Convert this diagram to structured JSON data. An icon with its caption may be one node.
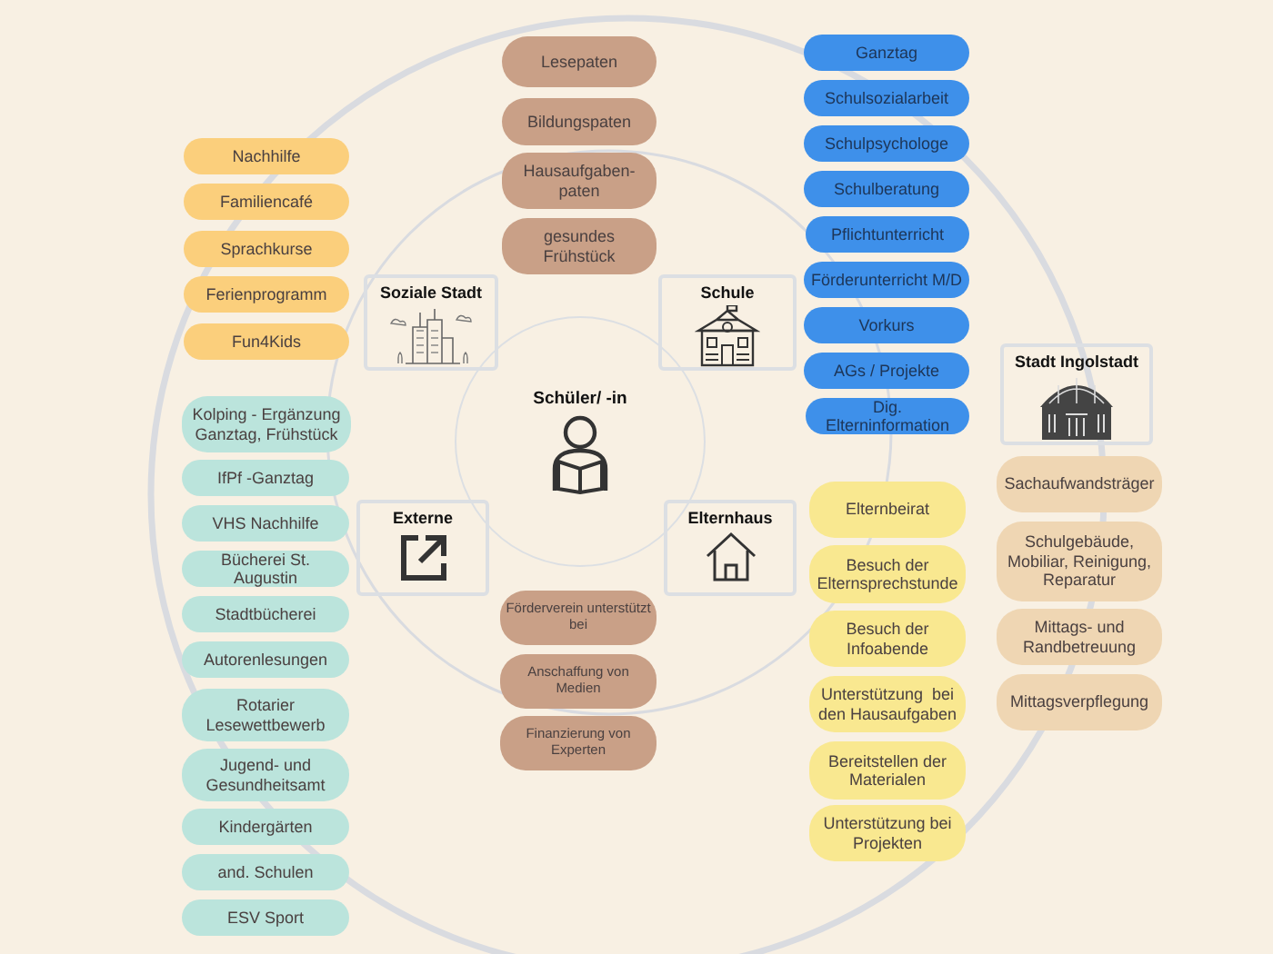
{
  "diagram": {
    "nodes": [
      {
        "text": [
          "Schüler/ -in"
        ]
      },
      {
        "text": [
          "Lesepaten"
        ]
      },
      {
        "text": [
          "Bildungspaten"
        ]
      },
      {
        "text": [
          "Hausaufgaben- paten"
        ]
      },
      {
        "text": [
          "gesundes Frühstück"
        ]
      },
      {
        "text": [
          "Nachhilfe"
        ]
      },
      {
        "text": [
          "Familiencafé"
        ]
      },
      {
        "text": [
          "Sprachkurse"
        ]
      },
      {
        "text": [
          "Ferienprogramm"
        ]
      },
      {
        "text": [
          "Fun4Kids"
        ]
      },
      {
        "text": [
          "Ganztag"
        ]
      },
      {
        "text": [
          "Schulsozialarbeit"
        ]
      },
      {
        "text": [
          "Schulpsychologe"
        ]
      },
      {
        "text": [
          "Schulberatung"
        ]
      },
      {
        "text": [
          "Pflichtunterricht"
        ]
      },
      {
        "text": [
          "Förderunterricht M/D"
        ]
      },
      {
        "text": [
          "Vorkurs"
        ]
      },
      {
        "text": [
          "AGs / Projekte"
        ]
      },
      {
        "text": [
          "Dig. Elterninformation"
        ]
      },
      {
        "text": [
          "Soziale Stadt"
        ]
      },
      {
        "text": [
          "Schule"
        ]
      },
      {
        "text": [
          "Stadt Ingolstadt"
        ]
      },
      {
        "text": [
          "Kolping - Ergänzung Ganztag, Frühstück"
        ]
      },
      {
        "text": [
          "IfPf -Ganztag"
        ]
      },
      {
        "text": [
          "VHS Nachhilfe"
        ]
      },
      {
        "text": [
          "Bücherei St. Augustin"
        ]
      },
      {
        "text": [
          "Stadtbücherei"
        ]
      },
      {
        "text": [
          "Autorenlesungen"
        ]
      },
      {
        "text": [
          "Rotarier Lesewettbewerb"
        ]
      },
      {
        "text": [
          "Jugend- und Gesundheitsamt"
        ]
      },
      {
        "text": [
          "Kindergärten"
        ]
      },
      {
        "text": [
          "and. Schulen"
        ]
      },
      {
        "text": [
          "ESV Sport"
        ]
      },
      {
        "text": [
          "Externe"
        ]
      },
      {
        "text": [
          "Elternhaus"
        ]
      },
      {
        "text": [
          "Elternbeirat"
        ]
      },
      {
        "text": [
          "Besuch der Elternsprechstunde"
        ]
      },
      {
        "text": [
          "Besuch der Infoabende"
        ]
      },
      {
        "text": [
          "Unterstützung  bei den Hausaufgaben"
        ]
      },
      {
        "text": [
          "Bereitstellen der Materialen"
        ]
      },
      {
        "text": [
          "Unterstützung bei Projekten"
        ]
      },
      {
        "text": [
          "Sachaufwandsträger"
        ]
      },
      {
        "text": [
          "Schulgebäude, Mobiliar, Reinigung, Reparatur"
        ]
      },
      {
        "text": [
          "Mittags- und Randbetreuung"
        ]
      },
      {
        "text": [
          "Mittagsverpflegung"
        ]
      },
      {
        "text": [
          "Förderverein unterstützt bei"
        ]
      },
      {
        "text": [
          "Anschaffung von Medien"
        ]
      },
      {
        "text": [
          "Finanzierung von Experten"
        ]
      }
    ]
  }
}
